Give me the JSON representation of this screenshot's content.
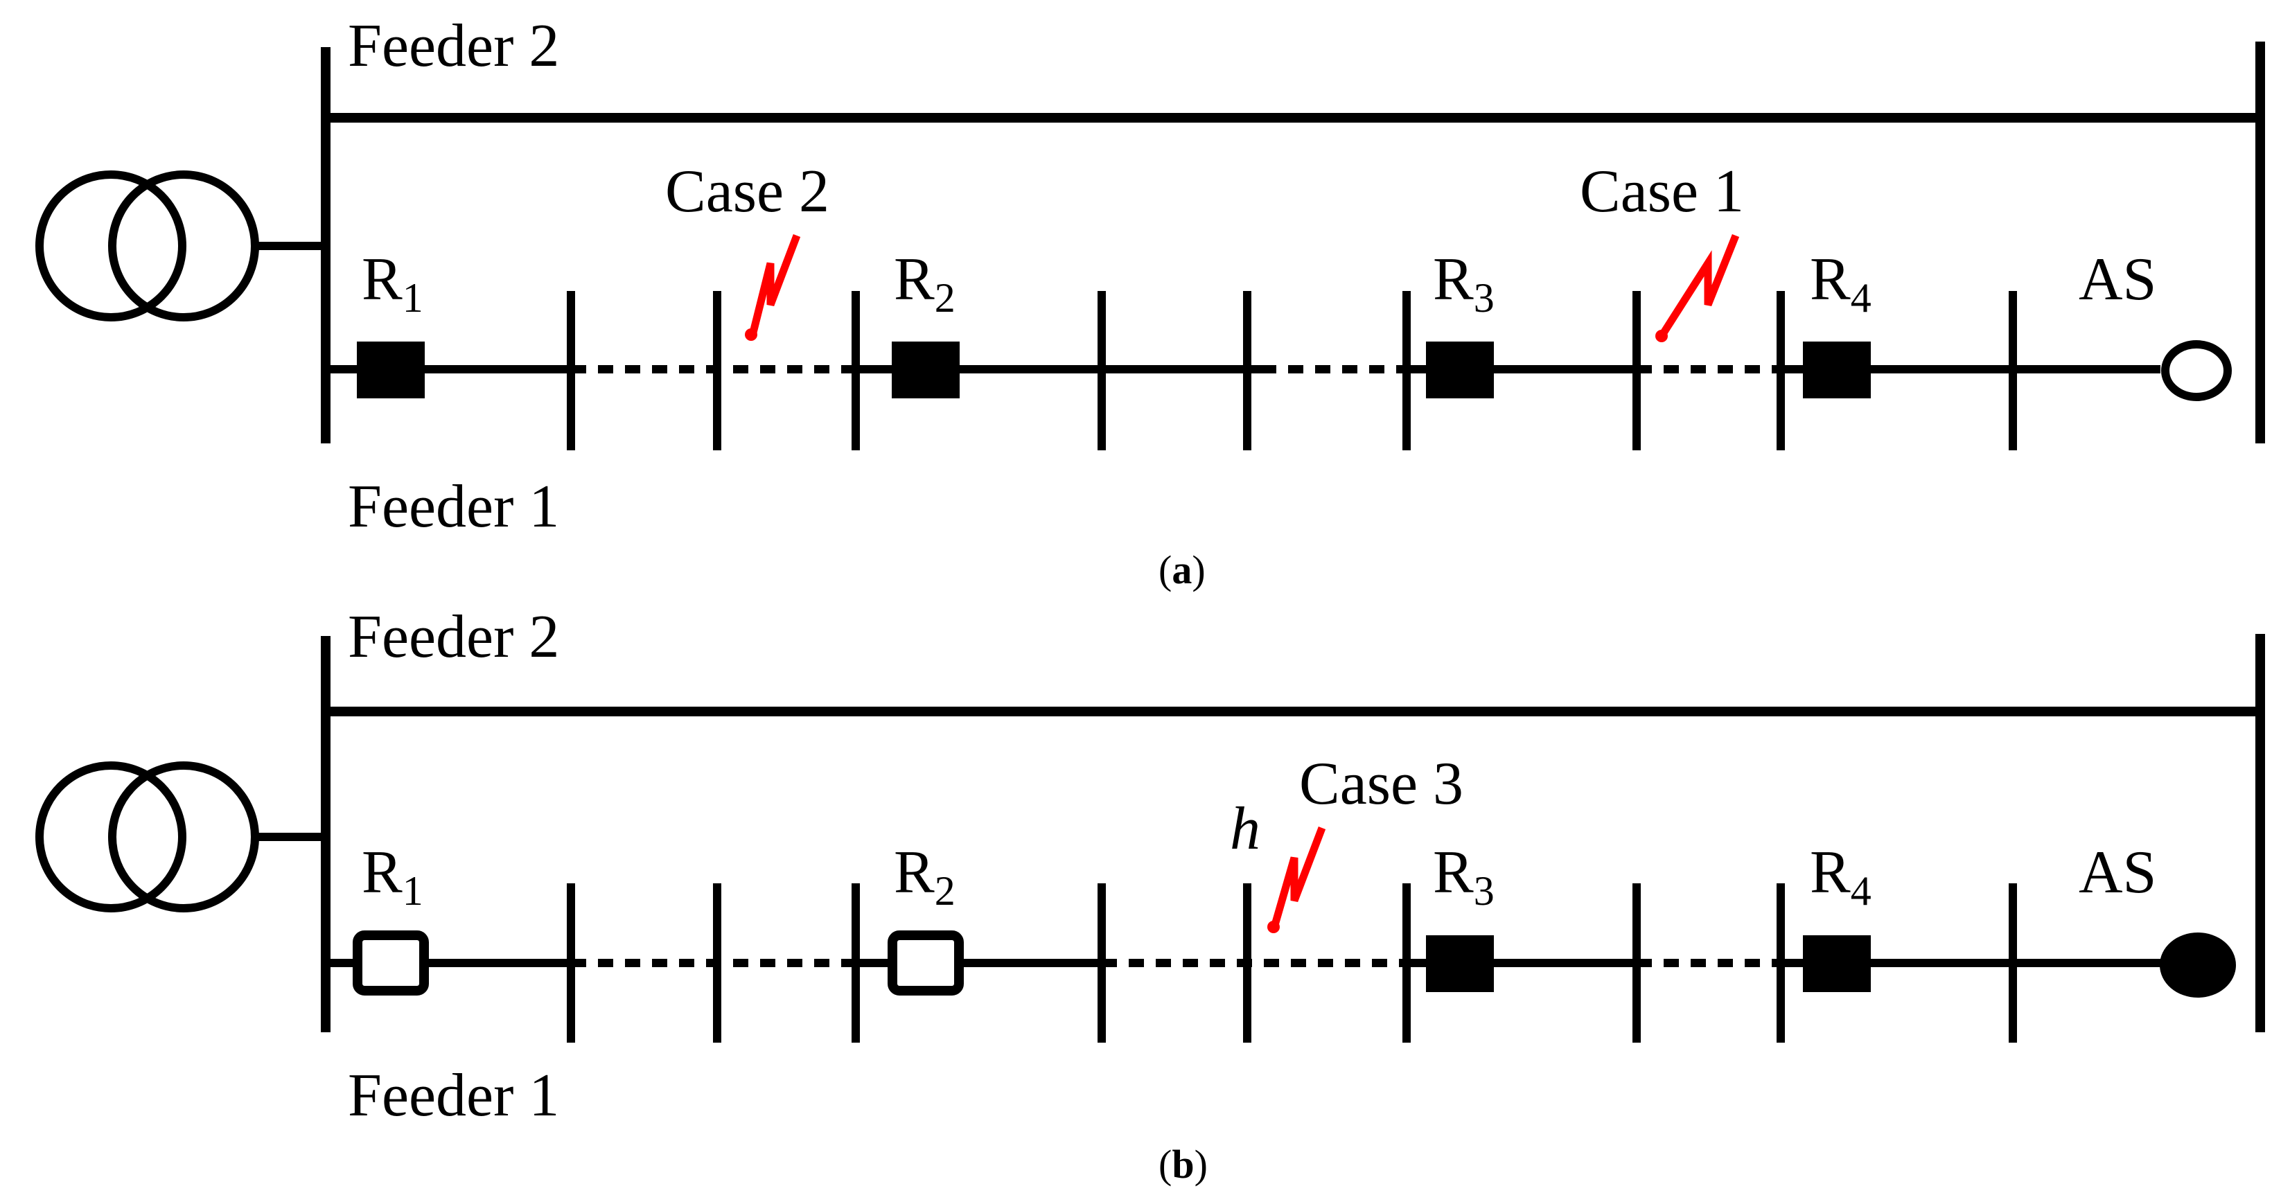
{
  "colors": {
    "line": "#000000",
    "fault": "#ff0000",
    "background": "#ffffff"
  },
  "icons": {
    "transformer": "transformer-icon",
    "recloser_closed": "closed-recloser-icon",
    "recloser_open": "open-recloser-icon",
    "switch_open": "open-switch-icon",
    "switch_closed": "closed-switch-icon",
    "fault": "fault-lightning-icon"
  },
  "panels": [
    {
      "id": "a",
      "caption_open": "(",
      "caption_letter": "a",
      "caption_close": ")",
      "feeder_top": "Feeder 2",
      "feeder_bottom": "Feeder 1",
      "reclosers": [
        {
          "letter": "R",
          "sub": "1",
          "state": "closed"
        },
        {
          "letter": "R",
          "sub": "2",
          "state": "closed"
        },
        {
          "letter": "R",
          "sub": "3",
          "state": "closed"
        },
        {
          "letter": "R",
          "sub": "4",
          "state": "closed"
        }
      ],
      "switch": {
        "label": "AS",
        "state": "open"
      },
      "faults": [
        {
          "label": "Case 2",
          "h": ""
        },
        {
          "label": "Case 1",
          "h": ""
        }
      ]
    },
    {
      "id": "b",
      "caption_open": "(",
      "caption_letter": "b",
      "caption_close": ")",
      "feeder_top": "Feeder 2",
      "feeder_bottom": "Feeder 1",
      "reclosers": [
        {
          "letter": "R",
          "sub": "1",
          "state": "open"
        },
        {
          "letter": "R",
          "sub": "2",
          "state": "open"
        },
        {
          "letter": "R",
          "sub": "3",
          "state": "closed"
        },
        {
          "letter": "R",
          "sub": "4",
          "state": "closed"
        }
      ],
      "switch": {
        "label": "AS",
        "state": "closed"
      },
      "faults": [
        {
          "label": "Case 3",
          "h": "h"
        }
      ]
    }
  ]
}
